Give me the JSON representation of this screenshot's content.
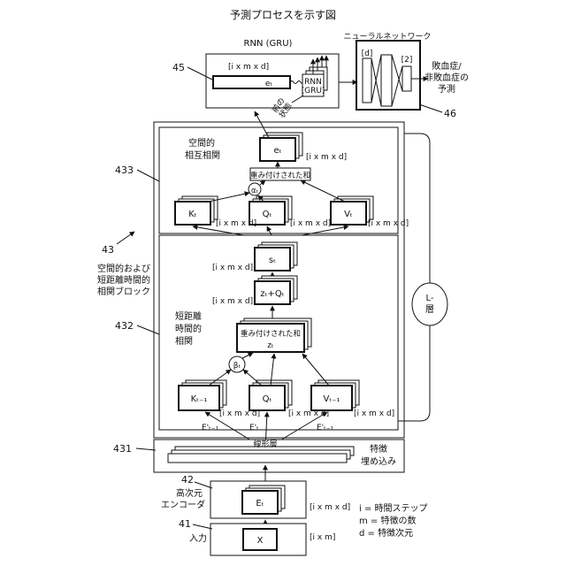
{
  "title": "予測プロセスを示す図",
  "rnn": {
    "title": "RNN (GRU)",
    "ref": "45",
    "dims": "[i x m x d]",
    "e_label": "eₜ",
    "cell_label1": "RNN",
    "cell_label2": "(GRU)",
    "state_label1": "前の",
    "state_label2": "状態"
  },
  "nn": {
    "title": "ニューラルネットワーク",
    "ref": "46",
    "in_dim": "[d]",
    "out_dim": "[2]",
    "output_label1": "敗血症/",
    "output_label2": "非敗血症の",
    "output_label3": "予測"
  },
  "block": {
    "ref_outer": "43",
    "name1": "空間的および",
    "name2": "短距離時間的",
    "name3": "相関ブロック",
    "l_layer1": "L-",
    "l_layer2": "層"
  },
  "spatial": {
    "ref": "433",
    "label1": "空間的",
    "label2": "相互相関",
    "e_out": "eₜ",
    "e_dim": "[i x m x d]",
    "weighted_sum": "重み付けされた和",
    "alpha": "αₜ",
    "k": "Kₜ",
    "q": "Qₜ",
    "v": "Vₜ",
    "k_dim": "[i x m x d]",
    "q_dim": "[i x m x d]",
    "v_dim": "[i x m x d]"
  },
  "temporal": {
    "ref": "432",
    "label1": "短距離",
    "label2": "時間的",
    "label3": "相関",
    "s": "sₜ",
    "s_dim": "[i x m x d]",
    "zq": "zₜ+Qₜ",
    "zq_dim": "[i x m x d]",
    "weighted_sum": "重み付けされた和",
    "z": "zₜ",
    "beta": "βₜ",
    "k": "Kₜ₋₁",
    "q": "Qₜ",
    "v": "Vₜ₋₁",
    "k_dim": "[i x m x d]",
    "q_dim": "[i x m x d]",
    "v_dim": "[i x m x d]",
    "e_in_k": "E'ₜ₋₁",
    "e_in_q": "E'ₜ",
    "e_in_v": "E'ₜ₋₁"
  },
  "embedding": {
    "ref": "431",
    "linear": "線形層",
    "label1": "特徴",
    "label2": "埋め込み"
  },
  "encoder": {
    "ref": "42",
    "label1": "高次元",
    "label2": "エンコーダ",
    "e": "Eₜ",
    "dim": "[i x m x d]"
  },
  "input": {
    "ref": "41",
    "label": "入力",
    "x": "X",
    "dim": "[i x m]"
  },
  "legend": {
    "i": "i = 時間ステップ",
    "m": "m = 特徴の数",
    "d": "d = 特徴次元"
  }
}
